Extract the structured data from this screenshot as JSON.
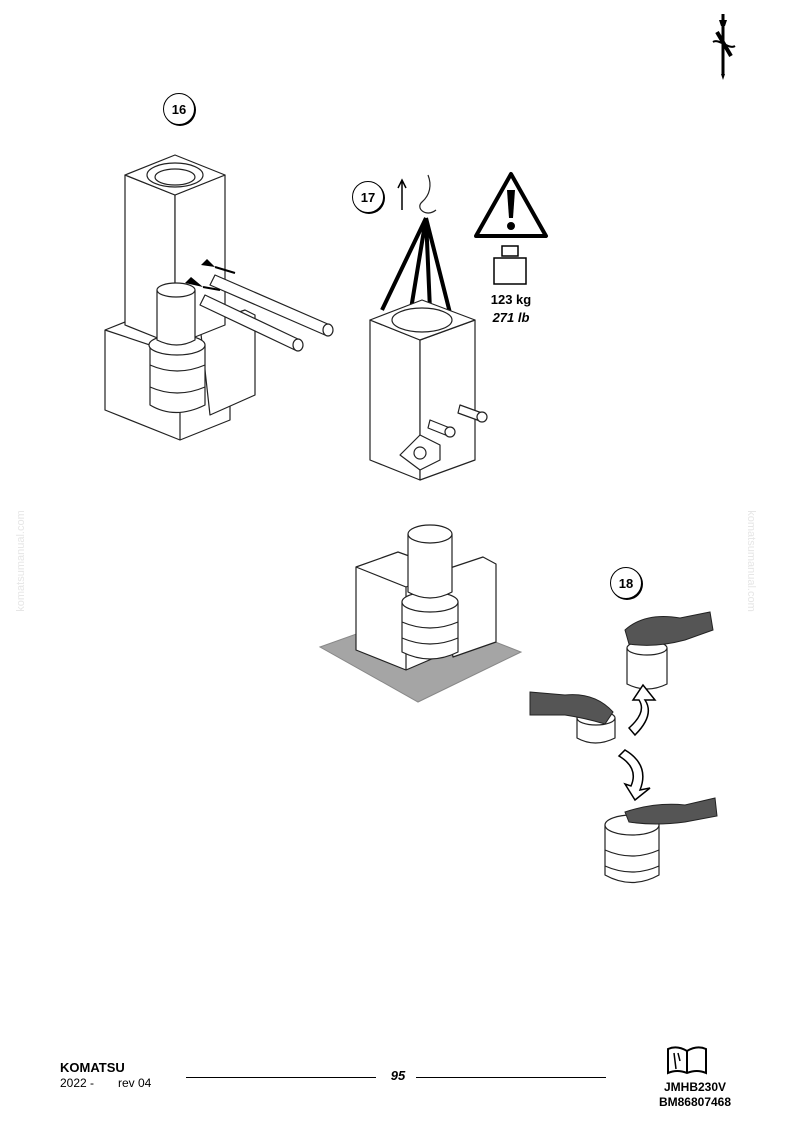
{
  "steps": {
    "s16": "16",
    "s17": "17",
    "s18": "18"
  },
  "weight": {
    "kg": "123 kg",
    "lb": "271 lb"
  },
  "watermark": "komatsumanual.com",
  "footer": {
    "brand": "KOMATSU",
    "year": "2022 -",
    "rev": "rev 04",
    "page": "95",
    "model": "JMHB230V",
    "code": "BM86807468"
  },
  "icons": {
    "corner": "tool-icon",
    "warning": "warning-icon",
    "weight": "weight-icon",
    "manual": "manual-book-icon"
  }
}
